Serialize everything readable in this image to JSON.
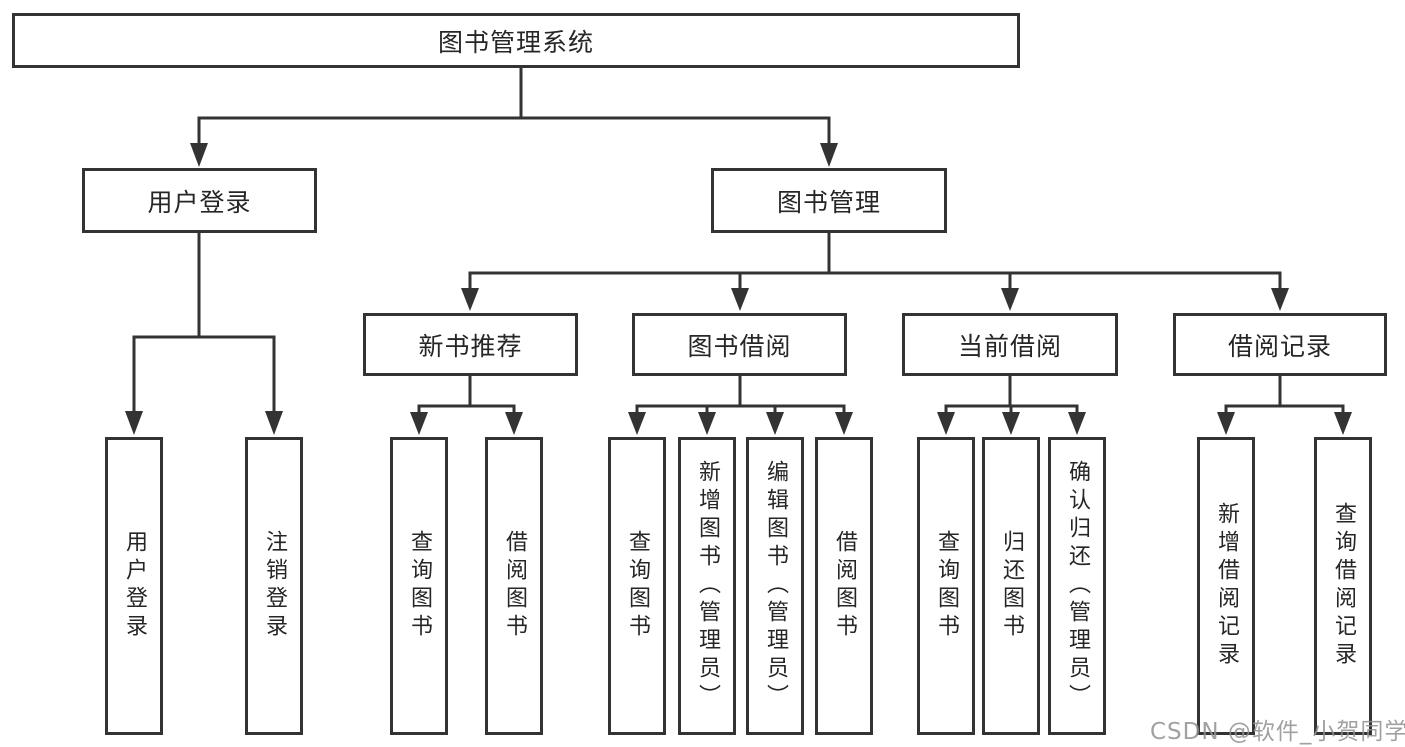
{
  "tree": {
    "root": {
      "label": "图书管理系统"
    },
    "user_login_branch": {
      "label": "用户登录",
      "leaves": [
        {
          "label": "用户登录"
        },
        {
          "label": "注销登录"
        }
      ]
    },
    "book_mgmt_branch": {
      "label": "图书管理",
      "groups": [
        {
          "label": "新书推荐",
          "leaves": [
            {
              "label": "查询图书"
            },
            {
              "label": "借阅图书"
            }
          ]
        },
        {
          "label": "图书借阅",
          "leaves": [
            {
              "label": "查询图书"
            },
            {
              "label": "新增图书（管理员）"
            },
            {
              "label": "编辑图书（管理员）"
            },
            {
              "label": "借阅图书"
            }
          ]
        },
        {
          "label": "当前借阅",
          "leaves": [
            {
              "label": "查询图书"
            },
            {
              "label": "归还图书"
            },
            {
              "label": "确认归还（管理员）"
            }
          ]
        },
        {
          "label": "借阅记录",
          "leaves": [
            {
              "label": "新增借阅记录"
            },
            {
              "label": "查询借阅记录"
            }
          ]
        }
      ]
    }
  },
  "watermark": "CSDN @软件_小贺同学",
  "colors": {
    "line": "#333333",
    "box_border": "#333333",
    "box_fill": "#ffffff",
    "text": "#262626",
    "watermark": "#919191",
    "background": "#ffffff"
  }
}
